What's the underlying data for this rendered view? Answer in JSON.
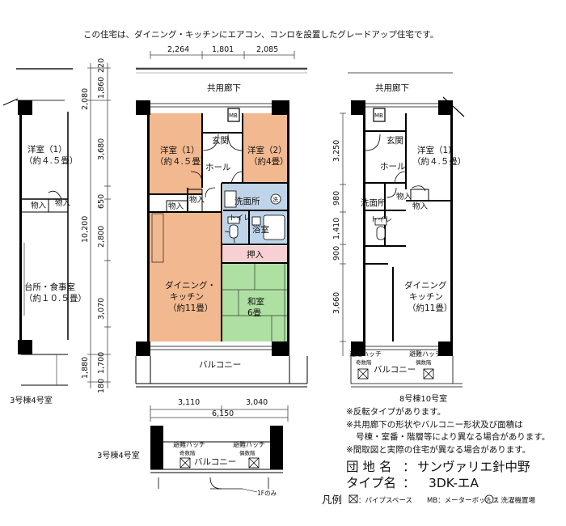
{
  "header_note": "この住宅は、ダイニング・キッチンにエアコン、コンロを設置したグレードアップ住宅です。",
  "dims": {
    "top": [
      "2,264",
      "1,801",
      "2,085"
    ],
    "top_small": "220",
    "bottom": [
      "3,110",
      "3,040"
    ],
    "bottom_total": "6,150",
    "left_right_col": [
      "2,080",
      "3,680",
      "650",
      "2,800",
      "3,070",
      "1,880"
    ],
    "left_inner_col": [
      "1,860",
      "10,200",
      "1,700"
    ],
    "left_bottom": "180",
    "right_col": [
      "3,250",
      "980",
      "1,410",
      "900",
      "3,660"
    ]
  },
  "labels": {
    "corridor": "共用廊下",
    "balcony": "バルコニー",
    "entrance": "玄関",
    "hall": "ホール",
    "washroom": "洗面所",
    "toilet": "トイレ",
    "bathroom": "浴室",
    "storage": "物入",
    "oshiire": "押入",
    "room1": "洋室（1）",
    "room1_size": "（約４.５畳）",
    "room2": "洋室（2）",
    "room2_size": "（約4畳）",
    "dk": "ダイニング・",
    "dk2": "キッチン",
    "dk_size": "（約11畳）",
    "washitsu": "和室",
    "washitsu_size": "6畳",
    "left_room": "洋室（1）",
    "left_room_size": "（約４.５畳）",
    "left_kitchen": "台所・食事室",
    "left_kitchen_size": "（約１０.５畳）",
    "escape_hatch": "避難ハッチ",
    "escape_sub1": "奇数階",
    "escape_sub2": "偶数階",
    "mb": "MB",
    "wash_symbol": "洗",
    "first_floor_only": "1Fのみ"
  },
  "building_labels": {
    "left": "3号棟4号室",
    "right": "8号棟10号室",
    "bottom_left": "3号棟4号室"
  },
  "notes": [
    "※反転タイプがあります。",
    "※共用廊下の形状やバルコニー形状及び面積は",
    "号棟・室番・階層等により異なる場合があります。",
    "※間取図と実際の住宅が異なる場合があります。"
  ],
  "info": {
    "complex_label": "団 地 名",
    "complex_value": "サンヴァリエ針中野",
    "type_label": "タイプ名",
    "type_value": "3DK-エA"
  },
  "legend": {
    "title": "凡例",
    "pipe": "：パイプスペース",
    "mb": "MB：メーターボックス",
    "wash": "：洗濯機置場"
  },
  "colors": {
    "western_room": "#f2b88f",
    "tatami": "#aee0a1",
    "wet_area": "#bfd4e8",
    "oshiire": "#f7d0d4",
    "wall": "#000000"
  }
}
